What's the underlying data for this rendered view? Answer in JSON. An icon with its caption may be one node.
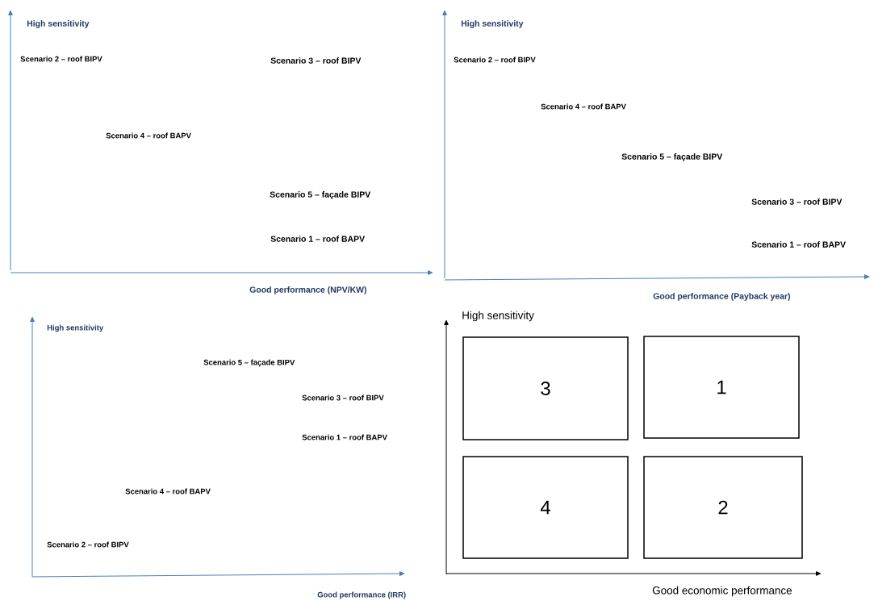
{
  "diagram": {
    "nodes": [
      {
        "text": [
          "3"
        ]
      },
      {
        "text": [
          "1"
        ]
      },
      {
        "text": [
          "4"
        ]
      },
      {
        "text": [
          "2"
        ]
      }
    ],
    "labels": [
      "High sensitivity",
      "Scenario 2 – roof BIPV",
      "Scenario 3 – roof BIPV",
      "Scenario 4 – roof BAPV",
      "Scenario 5 – façade BIPV",
      "Scenario 1 – roof BAPV",
      "Good performance (NPV/KW)",
      "High sensitivity",
      "Scenario 2 – roof BIPV",
      "Scenario 4 – roof BAPV",
      "Scenario 5 – façade BIPV",
      "Scenario 3 – roof BIPV",
      "Scenario 1 – roof BAPV",
      "Good performance (Payback year)",
      "High sensitivity",
      "Scenario 5 – façade BIPV",
      "Scenario 3 – roof BIPV",
      "Scenario 1 – roof BAPV",
      "Scenario 4 – roof BAPV",
      "Scenario 2 – roof BIPV",
      "Good performance (IRR)",
      "High sensitivity",
      "Good economic performance"
    ]
  }
}
